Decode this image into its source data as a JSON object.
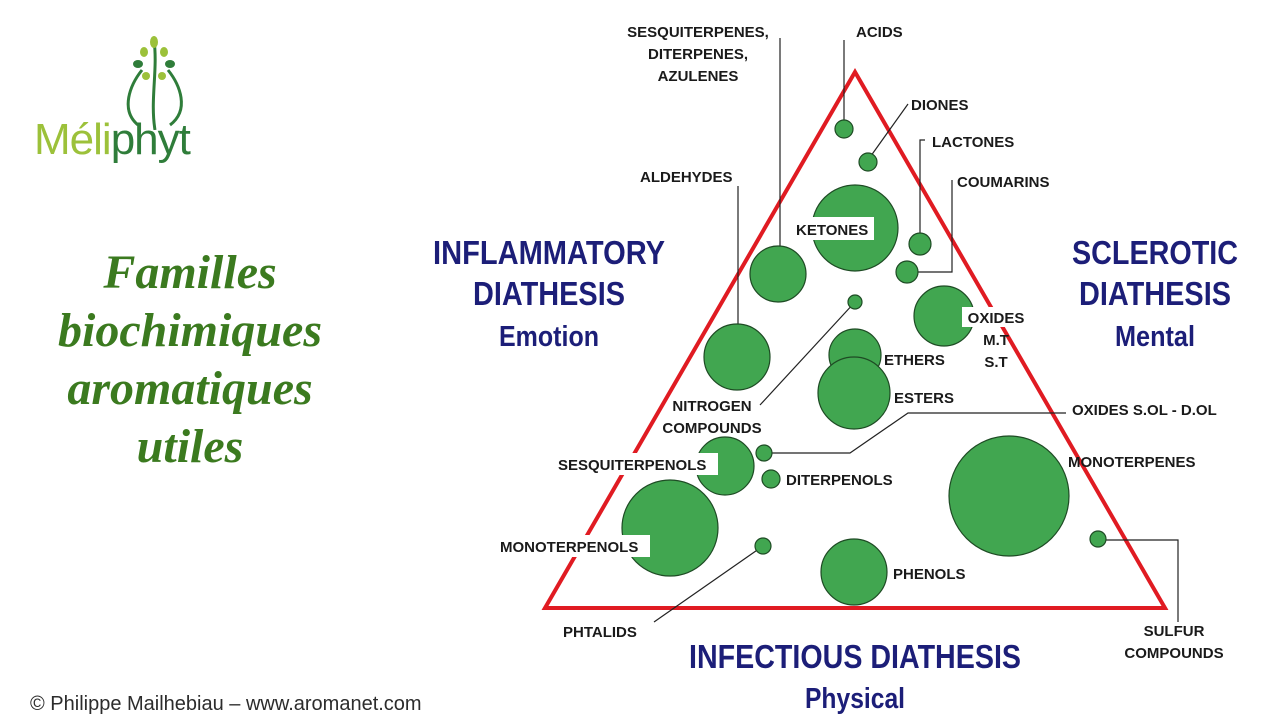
{
  "logo": {
    "part1": "Méli",
    "part2": "phyt"
  },
  "title": {
    "line1": "Familles",
    "line2": "biochimiques",
    "line3": "aromatiques",
    "line4": "utiles"
  },
  "copyright": "© Philippe Mailhebiau – www.aromanet.com",
  "diatheses": {
    "inflammatory": {
      "line1": "INFLAMMATORY",
      "line2": "DIATHESIS",
      "sub": "Emotion"
    },
    "sclerotic": {
      "line1": "SCLEROTIC",
      "line2": "DIATHESIS",
      "sub": "Mental"
    },
    "infectious": {
      "line1": "INFECTIOUS DIATHESIS",
      "sub": "Physical"
    }
  },
  "labels": {
    "sesquiterpenes": [
      "SESQUITERPENES,",
      "DITERPENES,",
      "AZULENES"
    ],
    "acids": "ACIDS",
    "diones": "DIONES",
    "lactones": "LACTONES",
    "coumarins": "COUMARINS",
    "aldehydes": "ALDEHYDES",
    "ketones": "KETONES",
    "oxides_mt_st": [
      "OXIDES",
      "M.T",
      "S.T"
    ],
    "ethers": "ETHERS",
    "esters": "ESTERS",
    "nitrogen": [
      "NITROGEN",
      "COMPOUNDS"
    ],
    "oxides_sol_dol": "OXIDES S.OL - D.OL",
    "sesquiterpenols": "SESQUITERPENOLS",
    "diterpenols": "DITERPENOLS",
    "monoterpenes": "MONOTERPENES",
    "monoterpenols": "MONOTERPENOLS",
    "phenols": "PHENOLS",
    "phtalids": "PHTALIDS",
    "sulfur": [
      "SULFUR",
      "COMPOUNDS"
    ]
  },
  "colors": {
    "triangle": "#e01b22",
    "circle": "#41a650",
    "diathesis": "#1c1e78",
    "title": "#3b7a1f"
  }
}
